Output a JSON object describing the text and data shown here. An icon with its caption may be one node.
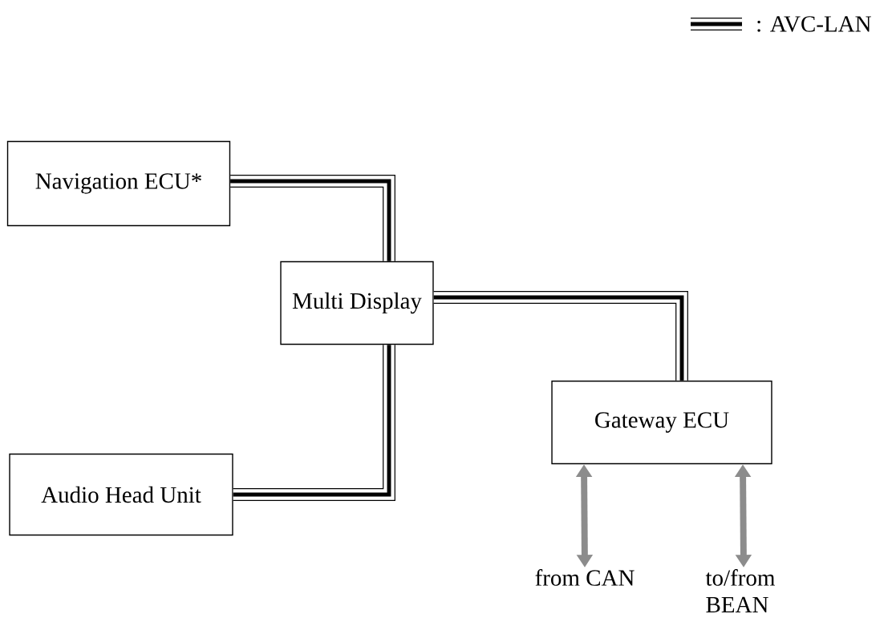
{
  "diagram": {
    "nodes": [
      {
        "text": [
          "Navigation ECU*"
        ]
      },
      {
        "text": [
          "Multi Display"
        ]
      },
      {
        "text": [
          "Audio Head Unit"
        ]
      },
      {
        "text": [
          "Gateway ECU"
        ]
      },
      {
        "text": [
          "from CAN"
        ]
      },
      {
        "text": [
          "to/from BEAN"
        ]
      }
    ],
    "edges": [
      {
        "from": 0,
        "to": 1,
        "arrow": "none"
      },
      {
        "from": 1,
        "to": 2,
        "arrow": "none"
      },
      {
        "from": 1,
        "to": 3,
        "arrow": "none"
      },
      {
        "from": 3,
        "to": 4,
        "arrow": "both",
        "color": "#8c8c8c"
      },
      {
        "from": 3,
        "to": 5,
        "arrow": "both",
        "color": "#8c8c8c"
      }
    ],
    "legend": [
      {
        "text": ": AVC-LAN"
      }
    ]
  }
}
